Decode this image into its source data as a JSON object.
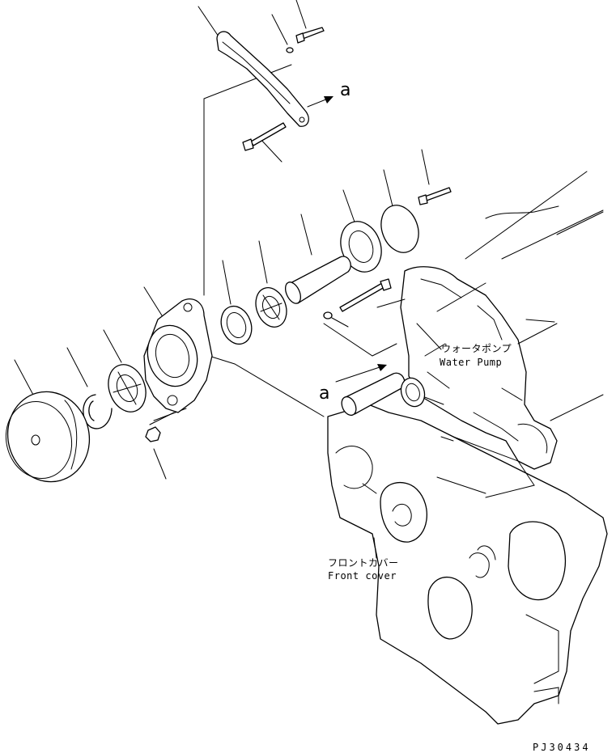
{
  "labels": {
    "water_pump_jp": "ウォータポンプ",
    "water_pump_en": "Water Pump",
    "front_cover_jp": "フロントカバー",
    "front_cover_en": "Front cover",
    "ref_top": "a",
    "ref_mid": "a",
    "drawing_code": "PJ30434"
  }
}
